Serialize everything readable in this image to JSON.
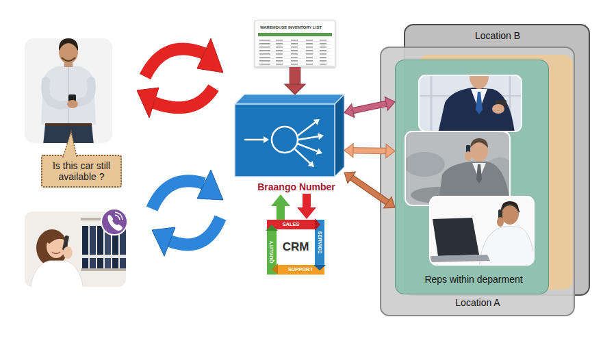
{
  "diagram": {
    "nodes": [
      {
        "text": [
          "WAREHOUSE INVENTORY LIST"
        ]
      },
      {
        "text": [
          "Is this car still available ?"
        ]
      },
      {
        "text": [
          "Braango Number"
        ]
      },
      {
        "text": [
          "SALES",
          "SERVICE",
          "CRM",
          "QUALITY",
          "SUPPORT"
        ]
      },
      {
        "text": [
          "Location B"
        ]
      },
      {
        "text": [
          "Location A"
        ]
      },
      {
        "text": [
          "Reps within deparment"
        ],
        "in": 5
      }
    ],
    "edges": [
      {
        "from": 0,
        "to": 2,
        "arrow": "to"
      },
      {
        "from": 2,
        "to": 6,
        "arrow": "both"
      },
      {
        "from": 2,
        "to": 6,
        "arrow": "both"
      },
      {
        "from": 2,
        "to": 6,
        "arrow": "both"
      }
    ]
  }
}
